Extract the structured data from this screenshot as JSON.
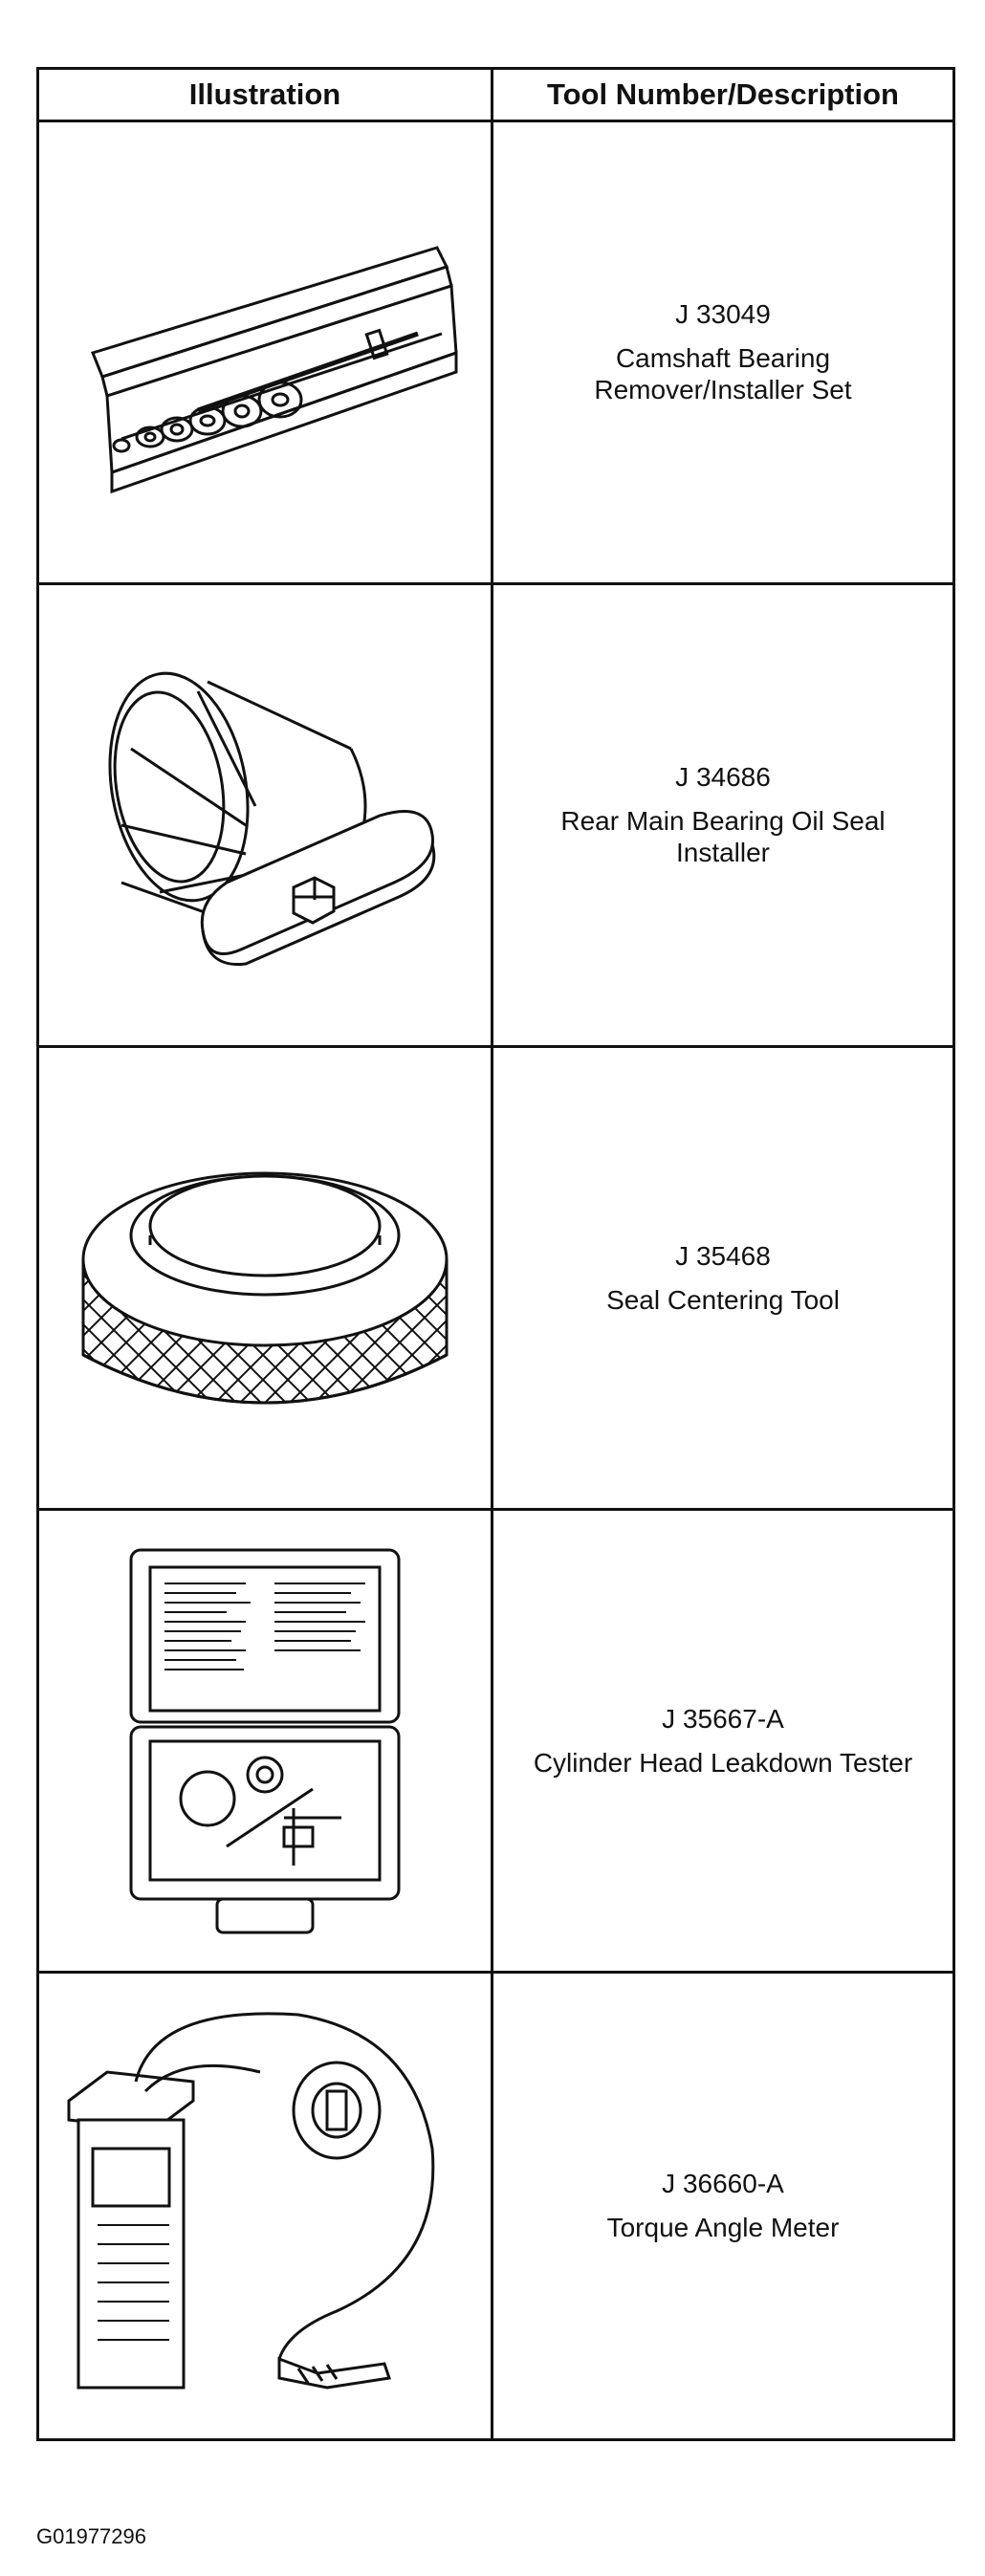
{
  "table": {
    "headers": [
      "Illustration",
      "Tool Number/Description"
    ],
    "rows": [
      {
        "number": "J 33049",
        "description": "Camshaft Bearing Remover/Installer Set",
        "icon": "camshaft-bearing-set-icon"
      },
      {
        "number": "J 34686",
        "description": "Rear Main Bearing Oil Seal Installer",
        "icon": "oil-seal-installer-icon"
      },
      {
        "number": "J 35468",
        "description": "Seal Centering Tool",
        "icon": "seal-centering-tool-icon"
      },
      {
        "number": "J 35667-A",
        "description": "Cylinder Head Leakdown Tester",
        "icon": "leakdown-tester-case-icon"
      },
      {
        "number": "J 36660-A",
        "description": "Torque Angle Meter",
        "icon": "torque-angle-meter-icon"
      }
    ]
  },
  "figure_id": "G01977296"
}
